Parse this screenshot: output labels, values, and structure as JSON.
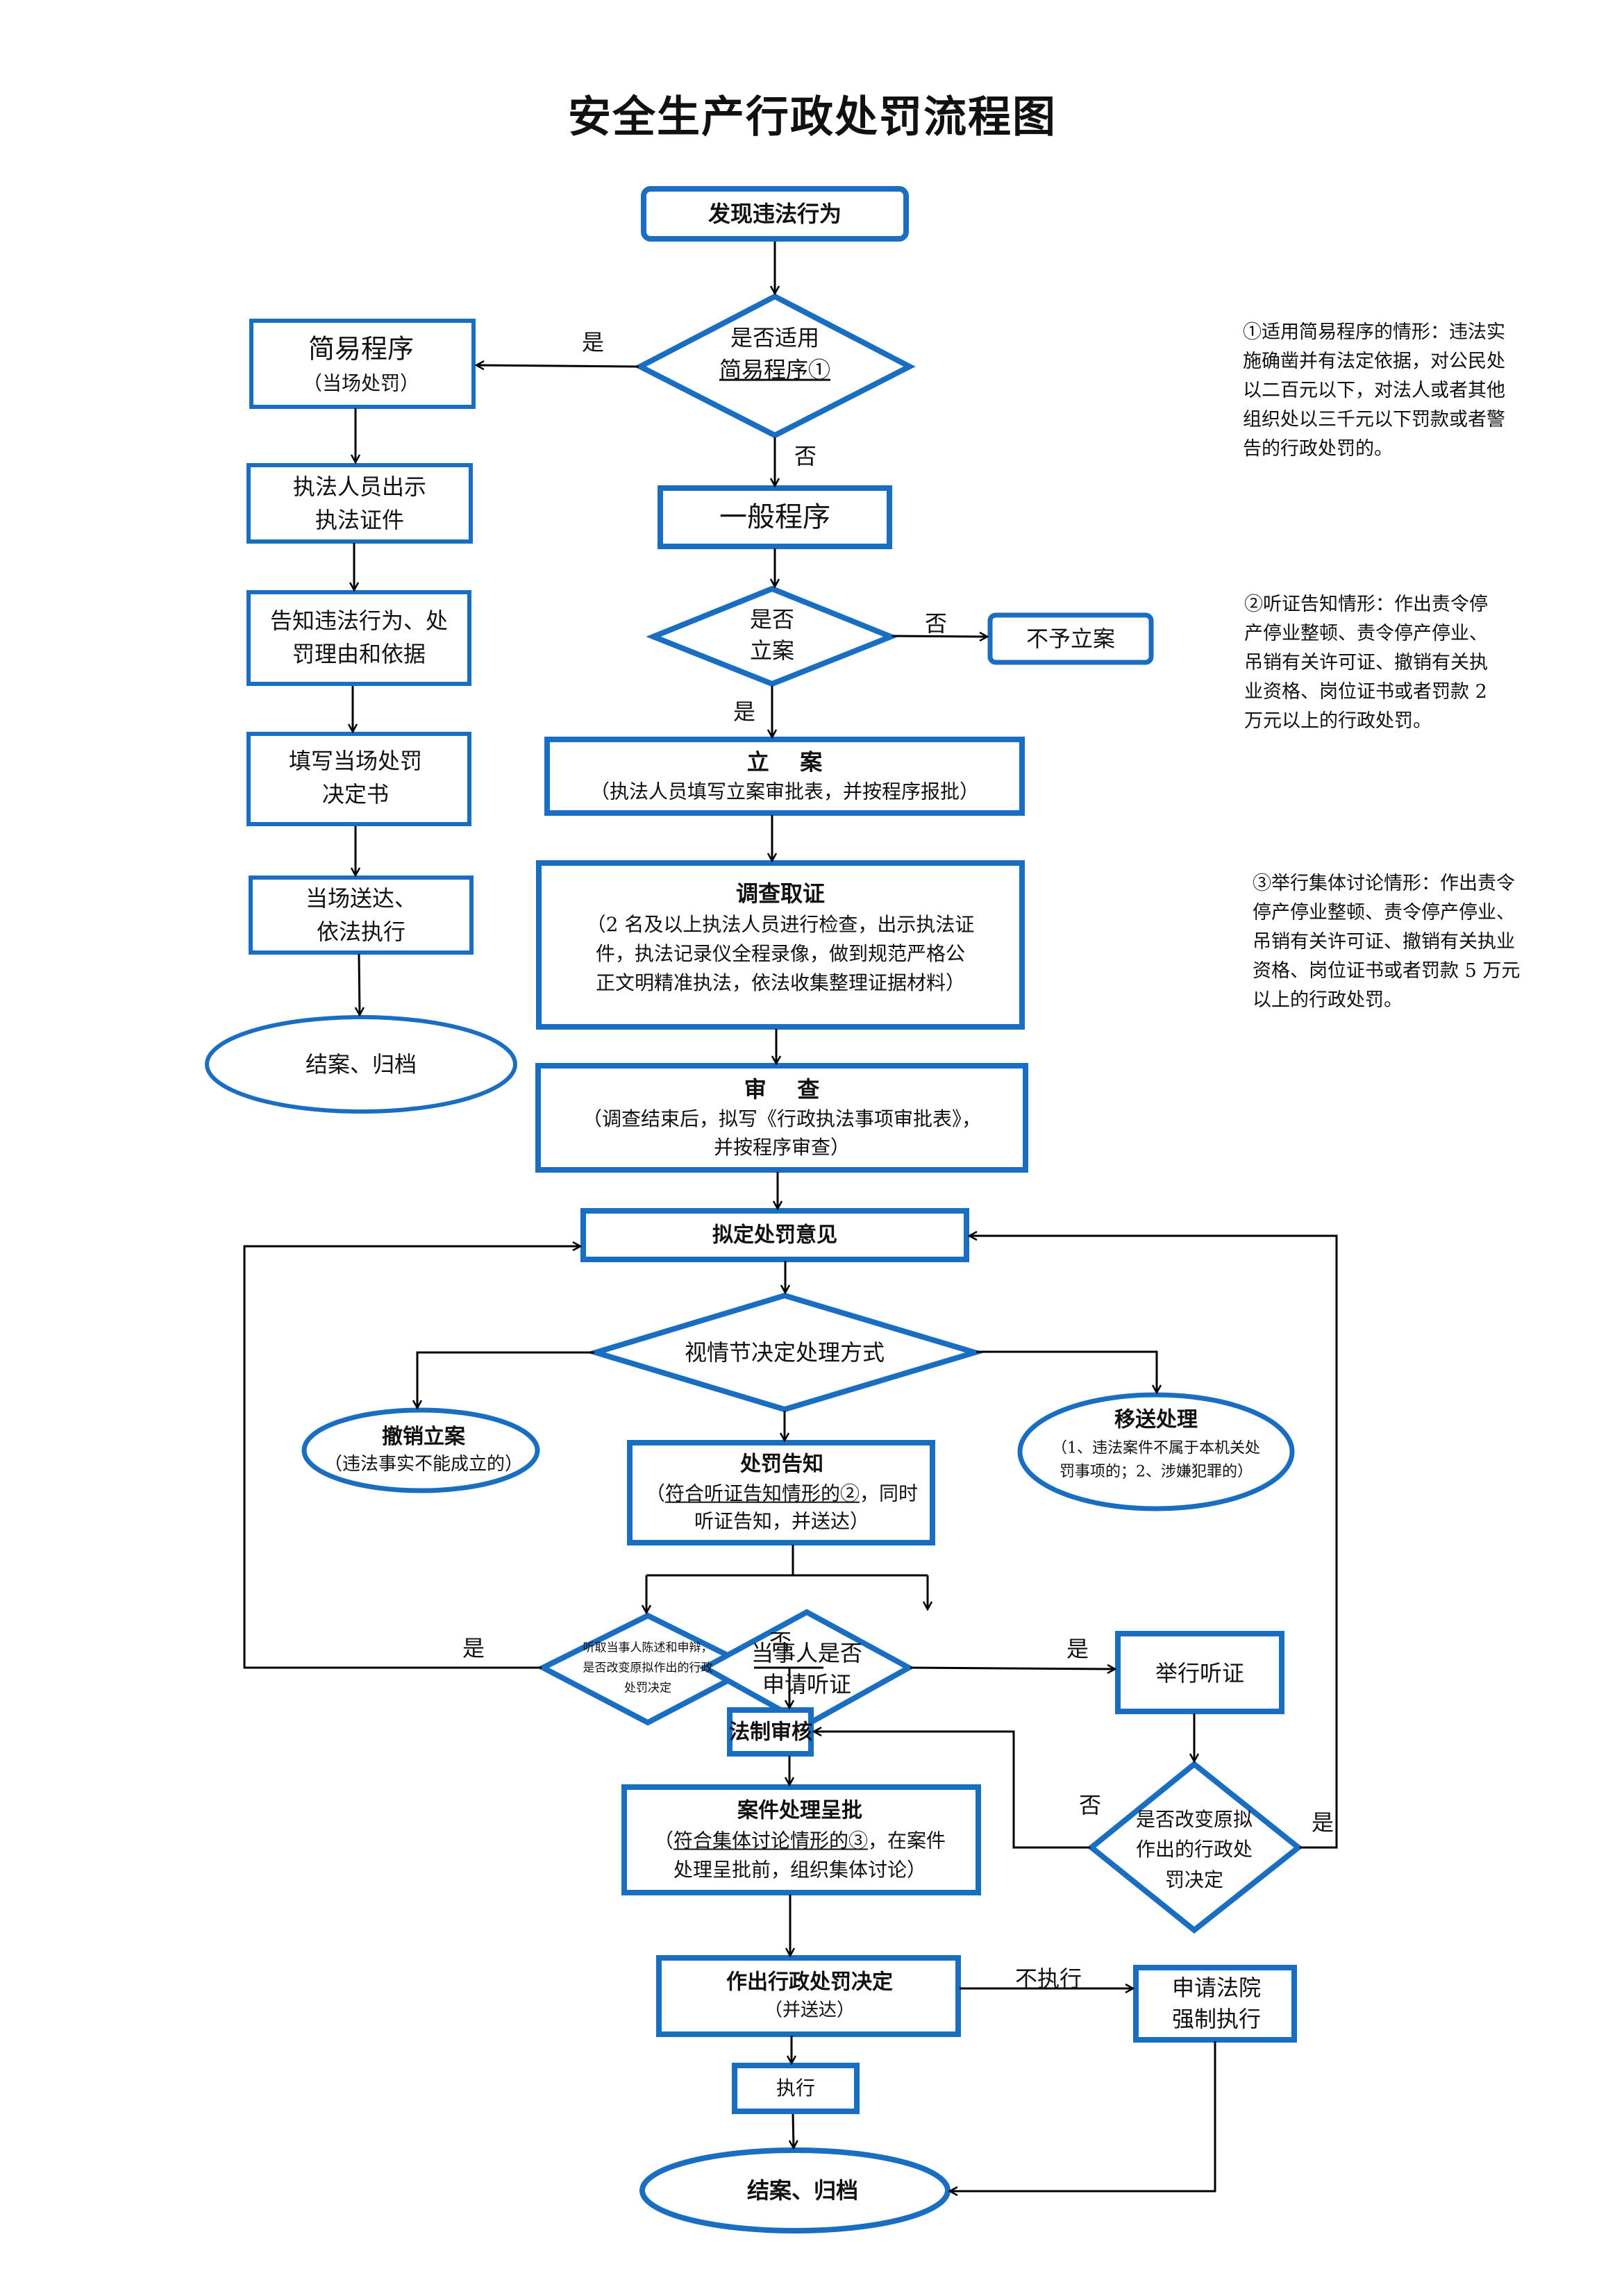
{
  "title": "安全生产行政处罚流程图",
  "theme": {
    "shape_color": "#1a6ec2",
    "line_color": "#000000",
    "text_color": "#111111"
  },
  "nodes": {
    "discover": {
      "label": "发现违法行为"
    },
    "simple_check": {
      "line1": "是否适用",
      "line2": "简易程序①"
    },
    "simple_proc": {
      "title": "简易程序",
      "sub": "（当场处罚）"
    },
    "show_cert": {
      "line1": "执法人员出示",
      "line2": "执法证件"
    },
    "inform": {
      "line1": "告知违法行为、处",
      "line2": "罚理由和依据"
    },
    "fill_decision": {
      "line1": "填写当场处罚",
      "line2": "决定书"
    },
    "deliver": {
      "line1": "当场送达、",
      "line2": "依法执行"
    },
    "close_simple": {
      "label": "结案、归档"
    },
    "general_proc": {
      "label": "一般程序"
    },
    "file_check": {
      "line1": "是否",
      "line2": "立案"
    },
    "no_file": {
      "label": "不予立案"
    },
    "file_case": {
      "title": "立    案",
      "sub": "（执法人员填写立案审批表，并按程序报批）"
    },
    "investigate": {
      "title": "调查取证",
      "line1": "（2 名及以上执法人员进行检查，出示执法证",
      "line2": "件，执法记录仪全程录像，做到规范严格公",
      "line3": "正文明精准执法，依法收集整理证据材料）"
    },
    "review": {
      "title": "审    查",
      "line1": "（调查结束后，拟写《行政执法事项审批表》，",
      "line2": "并按程序审查）"
    },
    "draft_opinion": {
      "label": "拟定处罚意见"
    },
    "decide_method": {
      "label": "视情节决定处理方式"
    },
    "revoke": {
      "title": "撤销立案",
      "sub": "（违法事实不能成立的）"
    },
    "transfer": {
      "title": "移送处理",
      "line1": "（1、违法案件不属于本机关处",
      "line2": "罚事项的；2、涉嫌犯罪的）"
    },
    "penalty_notice": {
      "title": "处罚告知",
      "line1_u": "符合听证告知情形的②",
      "line1_pre": "（",
      "line1_post": "，同时",
      "line2": "听证告知，并送达）"
    },
    "hear_statement": {
      "line1": "听取当事人陈述和申辩，",
      "line2": "是否改变原拟作出的行政",
      "line3": "处罚决定"
    },
    "apply_hearing": {
      "line1": "当事人是否",
      "line2": "申请听证"
    },
    "hold_hearing": {
      "label": "举行听证"
    },
    "legal_review": {
      "label": "法制审核"
    },
    "change_decision": {
      "line1": "是否改变原拟",
      "line2": "作出的行政处",
      "line3": "罚决定"
    },
    "case_approval": {
      "title": "案件处理呈批",
      "line1_pre": "（",
      "line1_u": "符合集体讨论情形的③",
      "line1_post": "，在案件",
      "line2": "处理呈批前，组织集体讨论）"
    },
    "make_decision": {
      "title": "作出行政处罚决定",
      "sub": "（并送达）"
    },
    "court_enforce": {
      "line1": "申请法院",
      "line2": "强制执行"
    },
    "execute": {
      "label": "执行"
    },
    "close_final": {
      "label": "结案、归档"
    }
  },
  "edge_labels": {
    "simple_yes": "是",
    "simple_no": "否",
    "file_no": "否",
    "file_yes": "是",
    "statement_yes": "是",
    "statement_no": "否",
    "hearing_yes": "是",
    "change_no": "否",
    "change_yes": "是",
    "not_execute": "不执行"
  },
  "notes": [
    "①适用简易程序的情形：违法实\n施确凿并有法定依据，对公民处\n以二百元以下，对法人或者其他\n组织处以三千元以下罚款或者警\n告的行政处罚的。",
    "②听证告知情形：作出责令停\n产停业整顿、责令停产停业、\n吊销有关许可证、撤销有关执\n业资格、岗位证书或者罚款 2\n万元以上的行政处罚。",
    "③举行集体讨论情形：作出责令\n停产停业整顿、责令停产停业、\n吊销有关许可证、撤销有关执业\n资格、岗位证书或者罚款 5 万元\n以上的行政处罚。"
  ]
}
